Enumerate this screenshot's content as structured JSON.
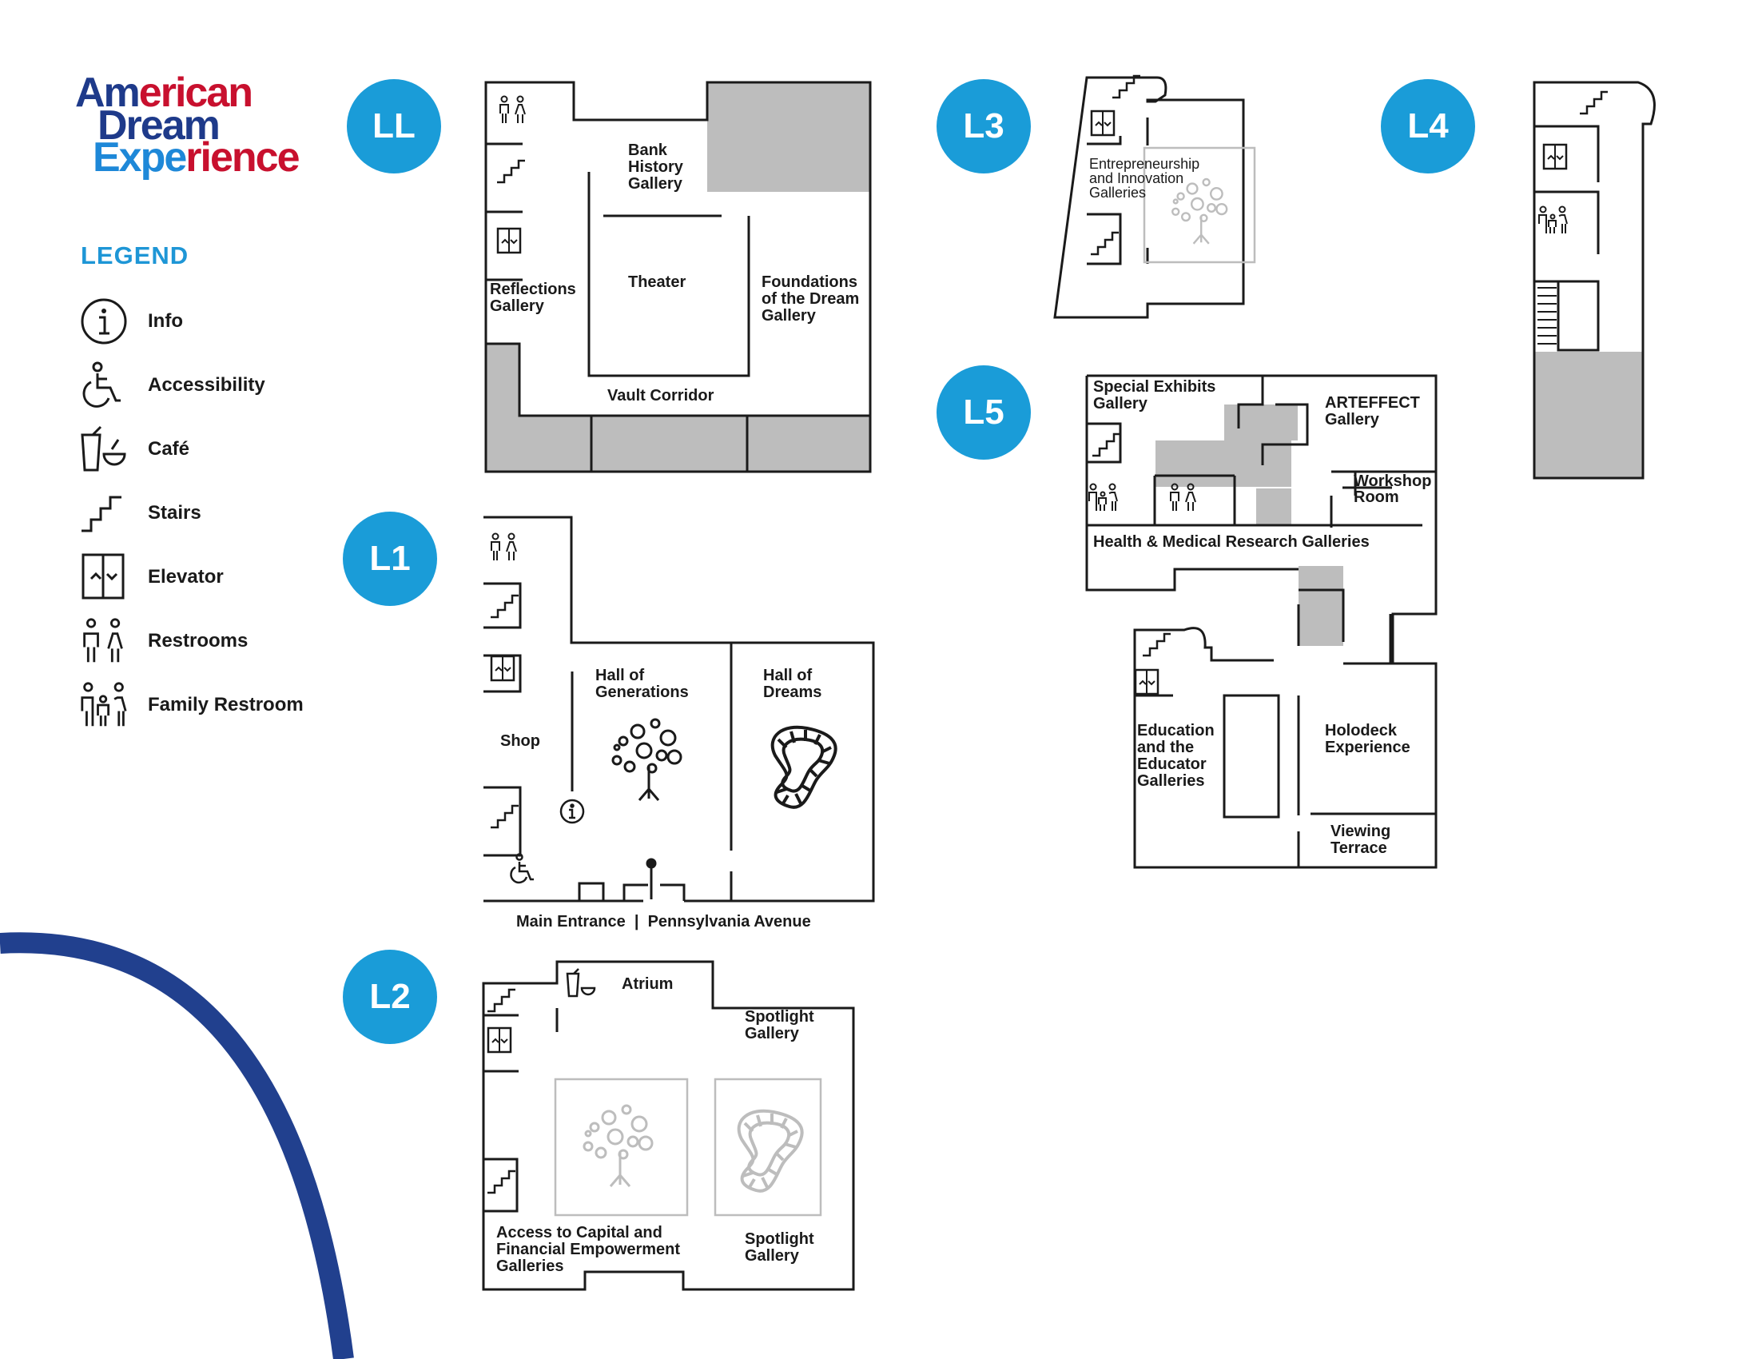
{
  "logo": {
    "line1_a": "Am",
    "line1_b": "erican",
    "line2": "Dream",
    "line3_a": "Expe",
    "line3_b": "rience"
  },
  "legend": {
    "title": "LEGEND",
    "items": [
      {
        "icon": "info-icon",
        "label": "Info"
      },
      {
        "icon": "accessibility-icon",
        "label": "Accessibility"
      },
      {
        "icon": "cafe-icon",
        "label": "Café"
      },
      {
        "icon": "stairs-icon",
        "label": "Stairs"
      },
      {
        "icon": "elevator-icon",
        "label": "Elevator"
      },
      {
        "icon": "restrooms-icon",
        "label": "Restrooms"
      },
      {
        "icon": "family-restroom-icon",
        "label": "Family Restroom"
      }
    ]
  },
  "levels": {
    "LL": {
      "badge": "LL",
      "rooms": {
        "bank": "Bank\nHistory\nGallery",
        "theater": "Theater",
        "reflections": "Reflections\nGallery",
        "foundations": "Foundations\nof the Dream\nGallery",
        "vault": "Vault Corridor"
      }
    },
    "L1": {
      "badge": "L1",
      "rooms": {
        "generations": "Hall of\nGenerations",
        "dreams": "Hall of\nDreams",
        "shop": "Shop",
        "entrance_a": "Main Entrance",
        "entrance_sep": "|",
        "entrance_b": "Pennsylvania Avenue"
      }
    },
    "L2": {
      "badge": "L2",
      "rooms": {
        "atrium": "Atrium",
        "spotlight_top": "Spotlight\nGallery",
        "spotlight_bottom": "Spotlight\nGallery",
        "access": "Access to Capital and\nFinancial Empowerment\nGalleries"
      }
    },
    "L3": {
      "badge": "L3",
      "rooms": {
        "entrepreneurship": "Entrepreneurship\nand Innovation\nGalleries"
      }
    },
    "L4": {
      "badge": "L4"
    },
    "L5": {
      "badge": "L5",
      "rooms": {
        "special": "Special Exhibits\nGallery",
        "arteffect": "ARTEFFECT\nGallery",
        "workshop": "Workshop\nRoom",
        "health": "Health & Medical Research Galleries",
        "education": "Education\nand the\nEducator\nGalleries",
        "holodeck": "Holodeck\nExperience",
        "terrace": "Viewing\nTerrace"
      }
    }
  },
  "colors": {
    "badge": "#1a9cd8",
    "legend_title": "#1e96d6",
    "arc": "#21408e",
    "shaded": "#bdbdbd",
    "line": "#1a1a1a"
  }
}
